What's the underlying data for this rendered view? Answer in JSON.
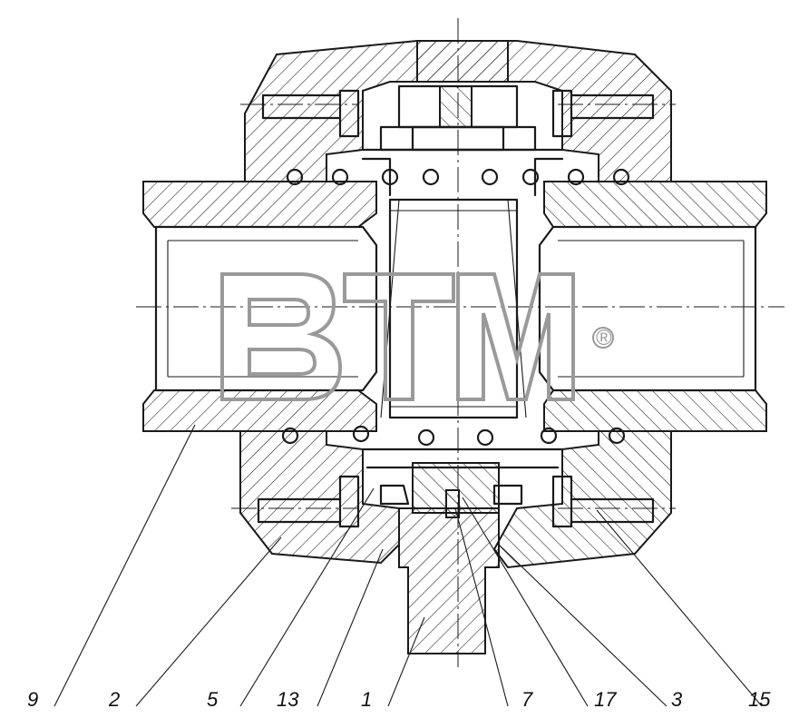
{
  "watermark": {
    "text": "BTM",
    "mark": "®"
  },
  "callouts": [
    {
      "id": "part-9",
      "label": "9"
    },
    {
      "id": "part-2",
      "label": "2"
    },
    {
      "id": "part-5",
      "label": "5"
    },
    {
      "id": "part-13",
      "label": "13"
    },
    {
      "id": "part-1",
      "label": "1"
    },
    {
      "id": "part-7",
      "label": "7"
    },
    {
      "id": "part-17",
      "label": "17"
    },
    {
      "id": "part-3",
      "label": "3"
    },
    {
      "id": "part-15",
      "label": "15"
    }
  ]
}
